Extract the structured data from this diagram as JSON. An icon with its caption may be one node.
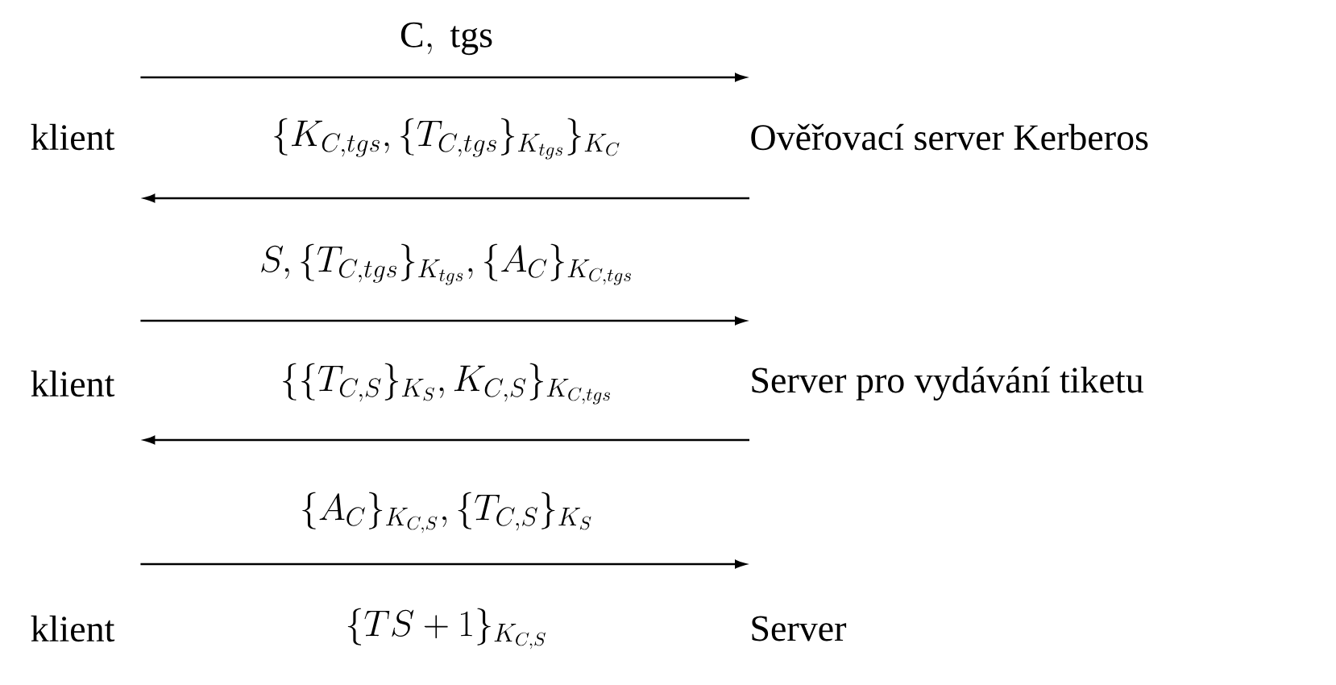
{
  "diagram": {
    "nodes": [
      {
        "text": [
          "klient"
        ]
      },
      {
        "text": [
          "Ověřovací server Kerberos"
        ]
      },
      {
        "text": [
          "klient"
        ]
      },
      {
        "text": [
          "Server pro vydávání tiketu"
        ]
      },
      {
        "text": [
          "klient"
        ]
      },
      {
        "text": [
          "Server"
        ]
      }
    ],
    "edges": [
      {
        "from": 0,
        "to": 1,
        "arrow": "to",
        "label": "\\mathrm{C,\\ tgs}"
      },
      {
        "from": 1,
        "to": 0,
        "arrow": "to",
        "label": "\\{K_{C,tgs},\\{T_{C,tgs}\\}_{K_{tgs}}\\}_{K_C}"
      },
      {
        "from": 2,
        "to": 3,
        "arrow": "to",
        "label": "S,\\{T_{C,tgs}\\}_{K_{tgs}},\\{A_C\\}_{K_{C,tgs}}"
      },
      {
        "from": 3,
        "to": 2,
        "arrow": "to",
        "label": "\\{\\{T_{C,S}\\}_{K_S},K_{C,S}\\}_{K_{C,tgs}}"
      },
      {
        "from": 4,
        "to": 5,
        "arrow": "to",
        "label": "\\{A_C\\}_{K_{C,S}},\\{T_{C,S}\\}_{K_S}"
      }
    ],
    "labels": [
      "\\{TS+1\\}_{K_{C,S}}"
    ]
  }
}
